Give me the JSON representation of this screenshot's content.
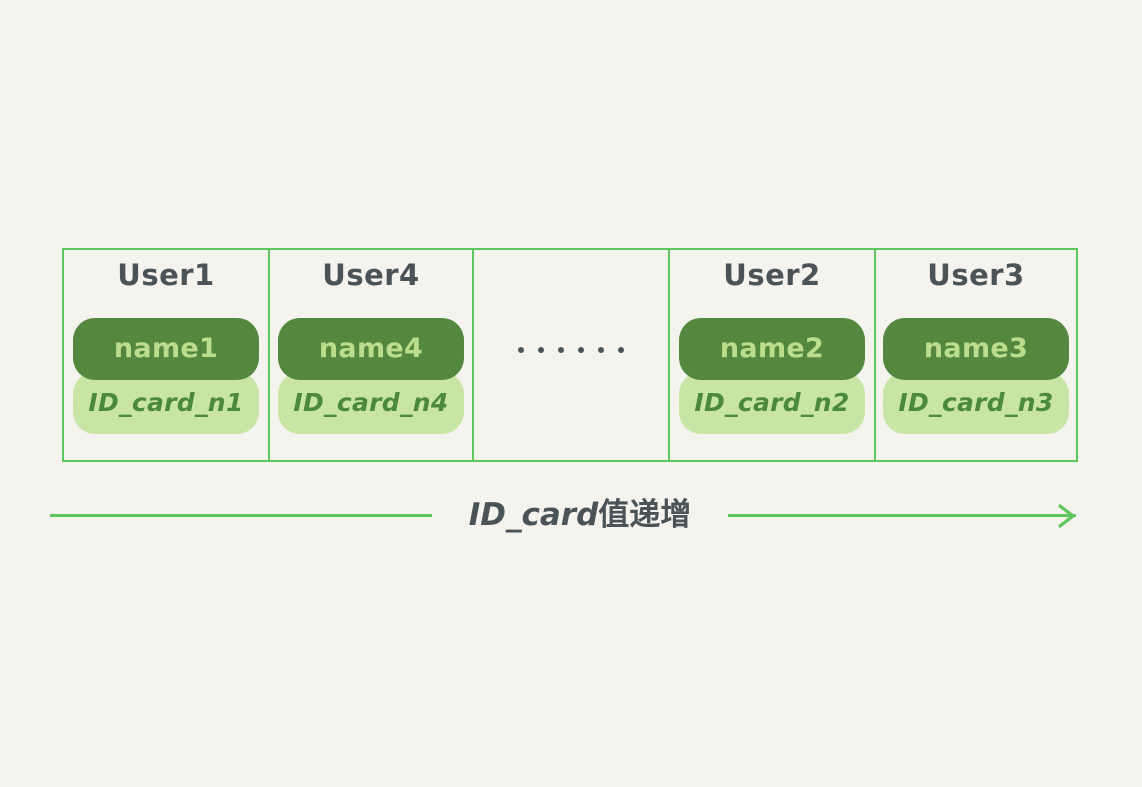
{
  "diagram": {
    "background_color": "#f4f3ed",
    "accent_color": "#5ec65e",
    "pill_dark_color": "#54883f",
    "pill_dark_text_color": "#bcdd8c",
    "pill_light_color": "#c8e5a6",
    "pill_light_text_color": "#4b8a3e",
    "title_text_color": "#4a5358"
  },
  "table": {
    "cells": [
      {
        "title": "User1",
        "name": "name1",
        "id_card": "ID_card_n1",
        "is_ellipsis": false
      },
      {
        "title": "User4",
        "name": "name4",
        "id_card": "ID_card_n4",
        "is_ellipsis": false
      },
      {
        "title": "",
        "name": "",
        "id_card": "",
        "is_ellipsis": true,
        "ellipsis": "......"
      },
      {
        "title": "User2",
        "name": "name2",
        "id_card": "ID_card_n2",
        "is_ellipsis": false
      },
      {
        "title": "User3",
        "name": "name3",
        "id_card": "ID_card_n3",
        "is_ellipsis": false
      }
    ]
  },
  "axis": {
    "label_latin": "ID_card",
    "label_cjk": "值递增",
    "label_full": "ID_card值递增",
    "direction": "right"
  }
}
